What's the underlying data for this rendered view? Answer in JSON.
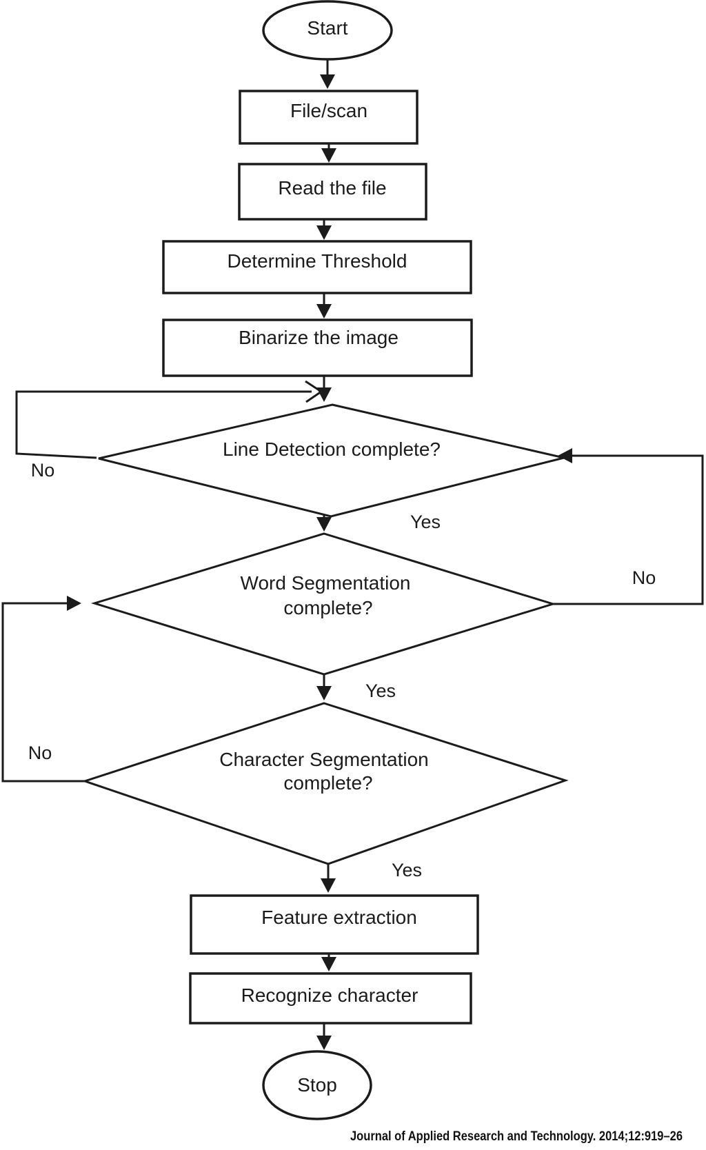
{
  "page": {
    "background_color": "#ffffff",
    "ink_color": "#1b1b1b"
  },
  "flowchart": {
    "nodes": {
      "start": {
        "label": "Start",
        "shape": "terminator"
      },
      "file_scan": {
        "label": "File/scan",
        "shape": "process"
      },
      "read_file": {
        "label": "Read the file",
        "shape": "process"
      },
      "determine_threshold": {
        "label": "Determine Threshold",
        "shape": "process"
      },
      "binarize_image": {
        "label": "Binarize the image",
        "shape": "process"
      },
      "line_detection": {
        "label": "Line Detection complete?",
        "shape": "decision"
      },
      "word_segmentation": {
        "label_lines": [
          "Word Segmentation",
          "complete?"
        ],
        "shape": "decision"
      },
      "character_segmentation": {
        "label_lines": [
          "Character Segmentation",
          "complete?"
        ],
        "shape": "decision"
      },
      "feature_extraction": {
        "label": "Feature extraction",
        "shape": "process"
      },
      "recognize_character": {
        "label": "Recognize character",
        "shape": "process"
      },
      "stop": {
        "label": "Stop",
        "shape": "terminator"
      }
    },
    "edge_labels": {
      "line_detection_no": "No",
      "line_detection_yes": "Yes",
      "word_segmentation_no": "No",
      "word_segmentation_yes": "Yes",
      "character_segmentation_no": "No",
      "character_segmentation_yes": "Yes"
    }
  },
  "footer": {
    "citation": "Journal of Applied Research and Technology. 2014;12:919–26"
  }
}
